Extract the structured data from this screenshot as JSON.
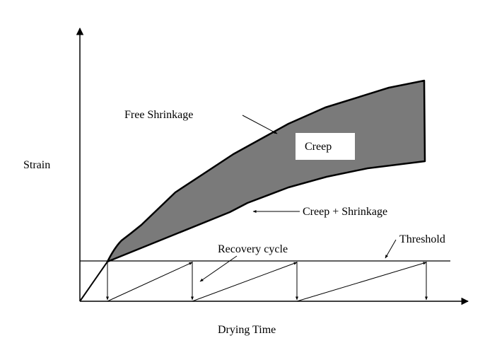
{
  "labels": {
    "y_axis": "Strain",
    "x_axis": "Drying Time",
    "free_shrinkage": "Free Shrinkage",
    "creep": "Creep",
    "creep_shrinkage": "Creep + Shrinkage",
    "recovery_cycle": "Recovery cycle",
    "threshold": "Threshold"
  },
  "colors": {
    "line": "#000000",
    "creep_fill": "#7a7a7a",
    "label_box": "#ffffff"
  }
}
